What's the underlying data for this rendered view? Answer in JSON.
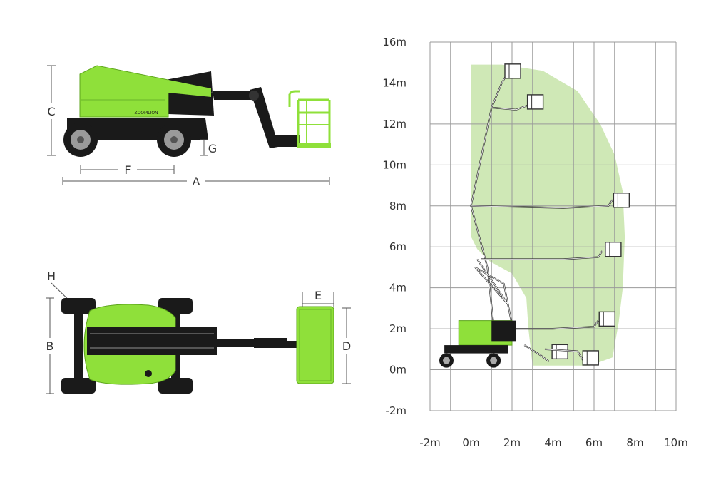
{
  "dimension_labels": {
    "A": "A",
    "B": "B",
    "C": "C",
    "D": "D",
    "E": "E",
    "F": "F",
    "G": "G",
    "H": "H"
  },
  "machine": {
    "brand_text": "ZOOMLION",
    "body_color": "#8fe03a",
    "dark_color": "#1a1a1a"
  },
  "chart_data": {
    "type": "area",
    "x_tick_labels": [
      "-2m",
      "0m",
      "2m",
      "4m",
      "6m",
      "8m",
      "10m"
    ],
    "y_tick_labels": [
      "-2m",
      "0m",
      "2m",
      "4m",
      "6m",
      "8m",
      "10m",
      "12m",
      "14m",
      "16m"
    ],
    "xlim": [
      -2,
      10
    ],
    "ylim": [
      -2,
      16
    ],
    "grid": true,
    "envelope_color": "#cfe8b6",
    "working_envelope": [
      [
        0,
        14.9
      ],
      [
        1.5,
        14.9
      ],
      [
        3.5,
        14.6
      ],
      [
        5.2,
        13.6
      ],
      [
        6.3,
        12.0
      ],
      [
        7.0,
        10.5
      ],
      [
        7.4,
        8.7
      ],
      [
        7.5,
        6.5
      ],
      [
        7.4,
        4.0
      ],
      [
        7.2,
        2.3
      ],
      [
        6.9,
        0.6
      ],
      [
        5.8,
        0.2
      ],
      [
        4.4,
        0.2
      ],
      [
        3.0,
        0.2
      ],
      [
        2.8,
        2.0
      ],
      [
        2.7,
        3.5
      ],
      [
        2.0,
        4.7
      ],
      [
        0.9,
        5.3
      ],
      [
        0.3,
        5.9
      ],
      [
        0.0,
        6.5
      ]
    ]
  }
}
